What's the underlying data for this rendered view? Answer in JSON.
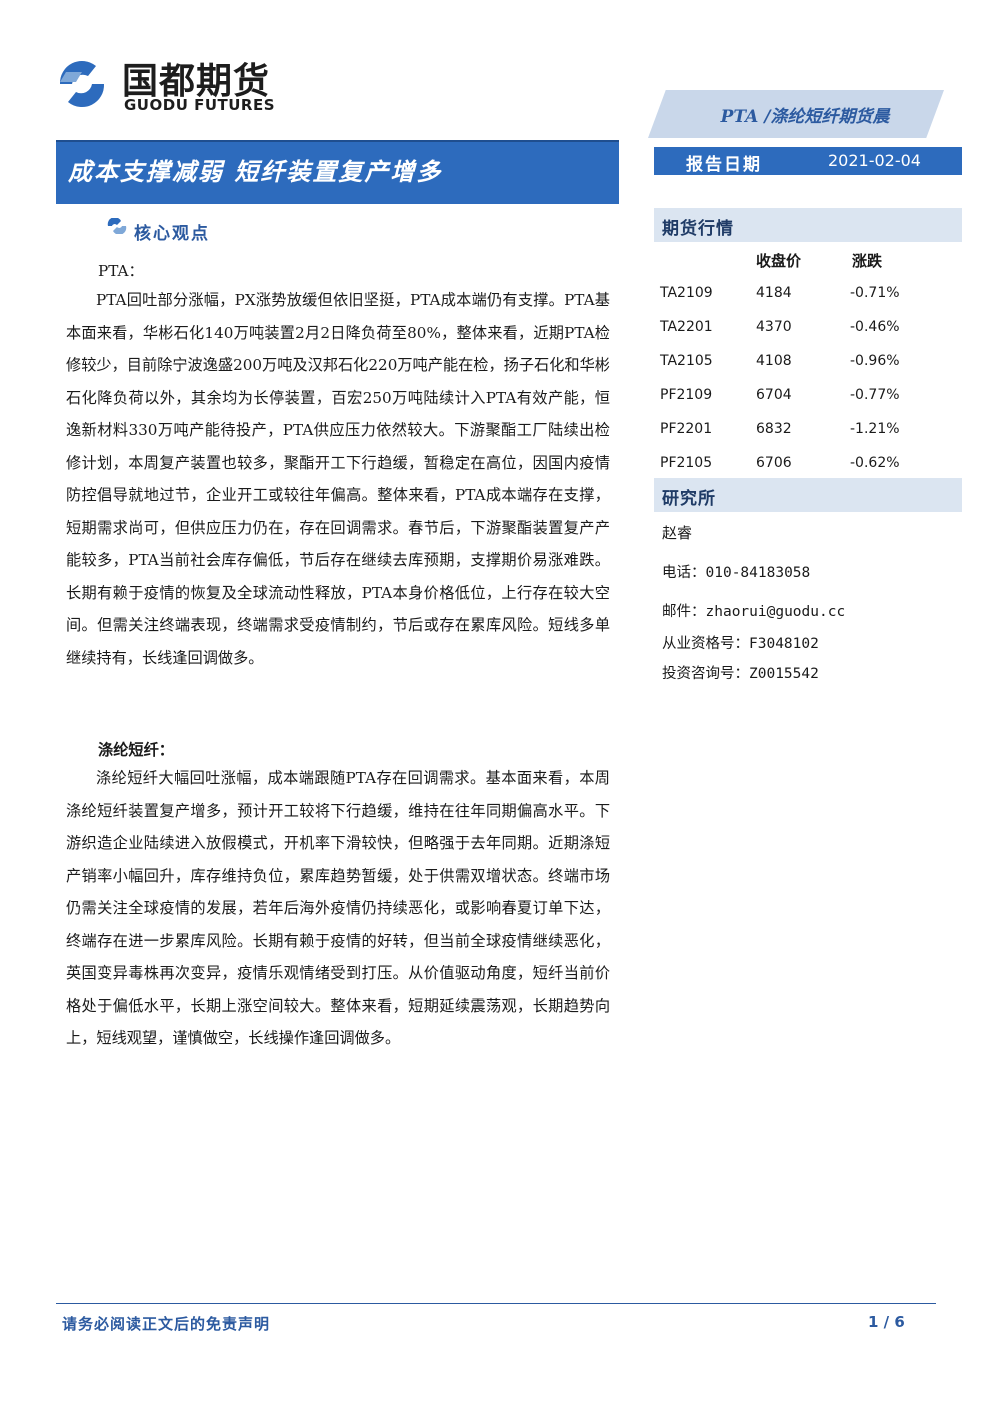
{
  "header": {
    "logo_cn": "国都期货",
    "logo_en": "GUODU FUTURES",
    "banner": "PTA /涤纶短纤期货晨",
    "title": "成本支撑减弱  短纤装置复产增多",
    "report_date_label": "报告日期",
    "report_date": "2021-02-04",
    "brand_color": "#2d6bbd"
  },
  "core": {
    "heading": "核心观点",
    "pta_label": "PTA：",
    "pta_text": "PTA回吐部分涨幅，PX涨势放缓但依旧坚挺，PTA成本端仍有支撑。PTA基本面来看，华彬石化140万吨装置2月2日降负荷至80%，整体来看，近期PTA检修较少，目前除宁波逸盛200万吨及汉邦石化220万吨产能在检，扬子石化和华彬石化降负荷以外，其余均为长停装置，百宏250万吨陆续计入PTA有效产能，恒逸新材料330万吨产能待投产，PTA供应压力依然较大。下游聚酯工厂陆续出检修计划，本周复产装置也较多，聚酯开工下行趋缓，暂稳定在高位，因国内疫情防控倡导就地过节，企业开工或较往年偏高。整体来看，PTA成本端存在支撑，短期需求尚可，但供应压力仍在，存在回调需求。春节后，下游聚酯装置复产产能较多，PTA当前社会库存偏低，节后存在继续去库预期，支撑期价易涨难跌。长期有赖于疫情的恢复及全球流动性释放，PTA本身价格低位，上行存在较大空间。但需关注终端表现，终端需求受疫情制约，节后或存在累库风险。短线多单继续持有，长线逢回调做多。",
    "psf_label": "涤纶短纤：",
    "psf_text": "涤纶短纤大幅回吐涨幅，成本端跟随PTA存在回调需求。基本面来看，本周涤纶短纤装置复产增多，预计开工较将下行趋缓，维持在往年同期偏高水平。下游织造企业陆续进入放假模式，开机率下滑较快，但略强于去年同期。近期涤短产销率小幅回升，库存维持负位，累库趋势暂缓，处于供需双增状态。终端市场仍需关注全球疫情的发展，若年后海外疫情仍持续恶化，或影响春夏订单下达，终端存在进一步累库风险。长期有赖于疫情的好转，但当前全球疫情继续恶化，英国变异毒株再次变异，疫情乐观情绪受到打压。从价值驱动角度，短纤当前价格处于偏低水平，长期上涨空间较大。整体来看，短期延续震荡观，长期趋势向上，短线观望，谨慎做空，长线操作逢回调做多。"
  },
  "market": {
    "heading": "期货行情",
    "col_close": "收盘价",
    "col_change": "涨跌",
    "rows": [
      {
        "code": "TA2109",
        "close": "4184",
        "change": "-0.71%"
      },
      {
        "code": "TA2201",
        "close": "4370",
        "change": "-0.46%"
      },
      {
        "code": "TA2105",
        "close": "4108",
        "change": "-0.96%"
      },
      {
        "code": "PF2109",
        "close": "6704",
        "change": "-0.77%"
      },
      {
        "code": "PF2201",
        "close": "6832",
        "change": "-1.21%"
      },
      {
        "code": "PF2105",
        "close": "6706",
        "change": "-0.62%"
      }
    ]
  },
  "research": {
    "heading": "研究所",
    "name": "赵睿",
    "phone_label": "电话：",
    "phone": "010-84183058",
    "email_label": "邮件：",
    "email": "zhaorui@guodu.cc",
    "qual_label": "从业资格号：",
    "qual": "F3048102",
    "invest_label": "投资咨询号：",
    "invest": "Z0015542"
  },
  "footer": {
    "disclaimer": "请务必阅读正文后的免责声明",
    "page": "1 / 6"
  }
}
